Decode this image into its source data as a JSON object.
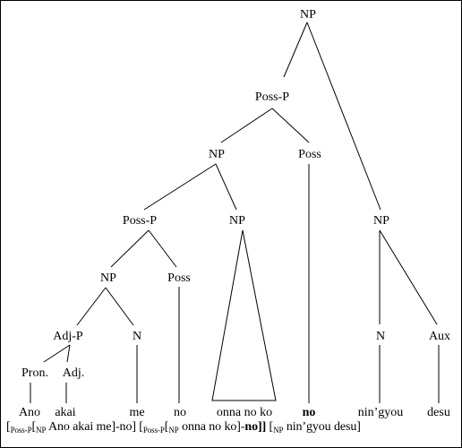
{
  "tree": {
    "root": "NP",
    "poss_p_top": "Poss-P",
    "np_left": "NP",
    "poss_top": "Poss",
    "np_right": "NP",
    "poss_p_mid": "Poss-P",
    "np_triangle": "NP",
    "np_low": "NP",
    "poss_low": "Poss",
    "adj_p": "Adj-P",
    "n_left": "N",
    "pron": "Pron.",
    "adj": "Adj.",
    "n_right": "N",
    "aux": "Aux"
  },
  "words": {
    "ano": "Ano",
    "akai": "akai",
    "me": "me",
    "no1": "no",
    "onna_no_ko": "onna no ko",
    "no2": "no",
    "ningyou": "nin’gyou",
    "desu": "desu"
  },
  "bracket": {
    "open1": "[",
    "sub1": "Poss-P",
    "open2": "[",
    "sub2": "NP",
    "phrase1": " Ano akai me]-no] [",
    "sub3": "Poss-P",
    "open3": "[",
    "sub4": "NP",
    "phrase2": " onna no ko]-",
    "bold": "no]]",
    "phrase3": " [",
    "sub5": "NP",
    "phrase4": " nin’gyou desu]"
  }
}
